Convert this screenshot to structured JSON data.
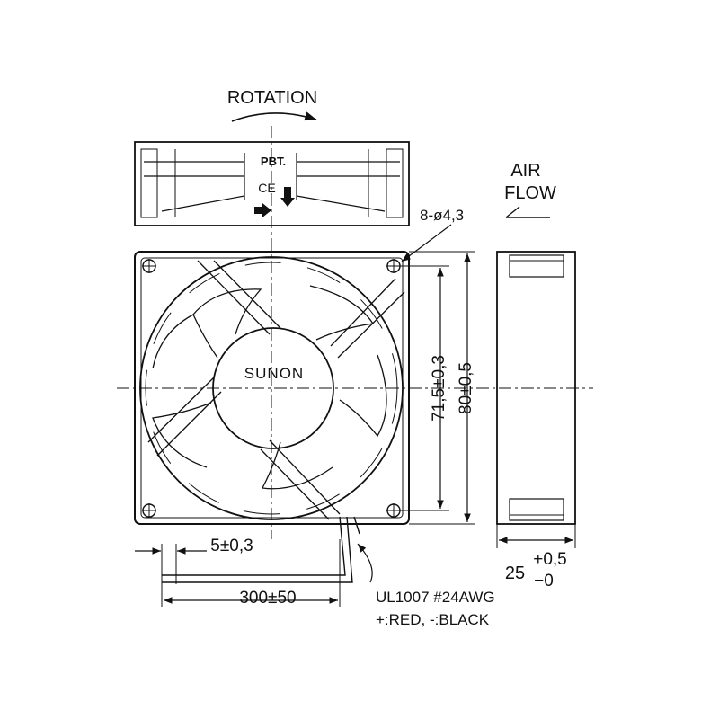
{
  "labels": {
    "rotation": "ROTATION",
    "air": "AIR",
    "flow": "FLOW",
    "pbt": "PBT.",
    "ce": "CE",
    "hole_spec": "8-ø4,3",
    "brand": "SUNON",
    "hole_spacing": "71,5±0,3",
    "frame_size": "80±0,5",
    "wire_strip": "5±0,3",
    "wire_length": "300±50",
    "depth_nominal": "25",
    "depth_tol_plus": "+0,5",
    "depth_tol_minus": "−0",
    "wire_spec_line1": "UL1007 #24AWG",
    "wire_spec_line2": "+:RED, -:BLACK"
  },
  "colors": {
    "ink": "#111111",
    "paper": "#ffffff"
  }
}
